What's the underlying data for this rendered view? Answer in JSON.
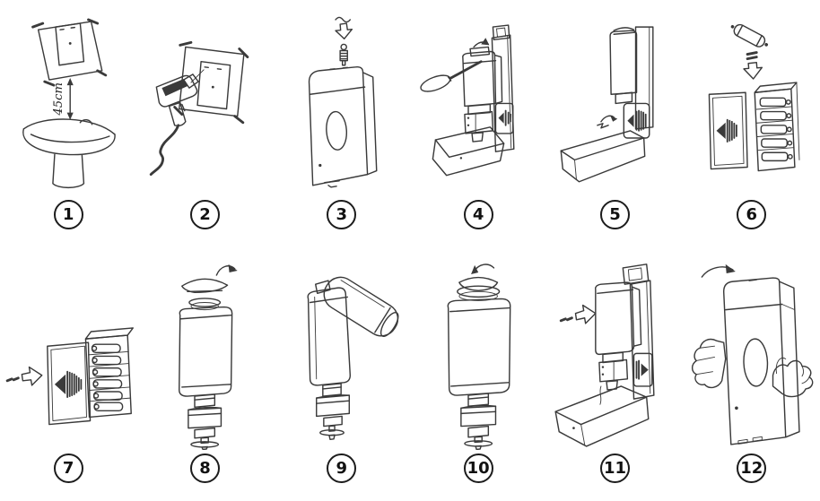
{
  "canvas": {
    "background": "#ffffff",
    "line_color": "#3a3a3a"
  },
  "steps": [
    {
      "number": "1",
      "icons": [
        "mounting-template",
        "tape-strips",
        "distance-arrow",
        "washbasin"
      ],
      "annotation": "45cm"
    },
    {
      "number": "2",
      "icons": [
        "drill",
        "mounting-template",
        "tape-strips"
      ]
    },
    {
      "number": "3",
      "icons": [
        "key",
        "insert-down-arrow",
        "dispenser-front"
      ]
    },
    {
      "number": "4",
      "icons": [
        "screwdriver",
        "pry-arrow",
        "dispenser-open",
        "battery-compartment",
        "drip-tray"
      ]
    },
    {
      "number": "5",
      "icons": [
        "latch-clip-arrow",
        "dispenser-side",
        "battery-compartment",
        "drip-tray"
      ]
    },
    {
      "number": "6",
      "icons": [
        "battery",
        "insert-down-arrow",
        "battery-holder-empty",
        "battery-cover"
      ]
    },
    {
      "number": "7",
      "icons": [
        "push-right-arrow",
        "battery-cover",
        "battery-holder-loaded"
      ]
    },
    {
      "number": "8",
      "icons": [
        "open-curved-arrow",
        "bottle-cap",
        "soap-bottle",
        "pump"
      ]
    },
    {
      "number": "9",
      "icons": [
        "refill-bottle",
        "soap-bottle",
        "pump"
      ]
    },
    {
      "number": "10",
      "icons": [
        "close-curved-arrow",
        "bottle-cap",
        "soap-bottle",
        "pump"
      ]
    },
    {
      "number": "11",
      "icons": [
        "push-right-arrow",
        "soap-bottle",
        "wall-plate",
        "battery-compartment",
        "drip-tray"
      ]
    },
    {
      "number": "12",
      "icons": [
        "rotate-curved-arrow",
        "left-hand",
        "right-hand",
        "dispenser-cover"
      ]
    }
  ]
}
